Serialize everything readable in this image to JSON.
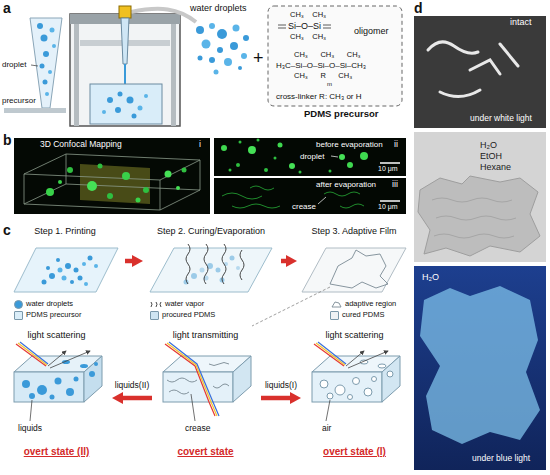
{
  "diagram": {
    "nodes": [
      {
        "text": [
          "oligomer",
          "cross-linker R: CH₃ or H",
          "PDMS precursor"
        ]
      },
      {
        "text": [
          "Step 1. Printing"
        ]
      },
      {
        "text": [
          "Step 2. Curing/Evaporation"
        ]
      },
      {
        "text": [
          "Step 3. Adaptive Film"
        ]
      },
      {
        "text": [
          "light scattering",
          "liquids",
          "overt state (II)"
        ]
      },
      {
        "text": [
          "light transmitting",
          "crease",
          "covert state"
        ]
      },
      {
        "text": [
          "light scattering",
          "air",
          "overt state (I)"
        ]
      }
    ],
    "edges": [
      {
        "from": 1,
        "to": 2,
        "arrow": "to"
      },
      {
        "from": 2,
        "to": 3,
        "arrow": "to"
      },
      {
        "from": 5,
        "to": 4,
        "label": "liquids(II)",
        "arrow": "to"
      },
      {
        "from": 5,
        "to": 6,
        "label": "liquids(I)",
        "arrow": "to"
      }
    ],
    "labels": [
      "a",
      "droplet",
      "precursor",
      "water droplets",
      "+",
      "CH₃    CH₃",
      "Si–O–Si",
      "CH₃    CH₃",
      "CH₃      CH₃      CH₃",
      "H₃C–Si–O–Si–O–Si–CH₃",
      "CH₃      R      CH₃",
      "m",
      "b",
      "3D Confocal Mapping",
      "i",
      "ii",
      "before evaporation",
      "droplet",
      "10 μm",
      "iii",
      "after evaporation",
      "crease",
      "10 μm",
      "c",
      "d",
      "intact",
      "under white light",
      "H₂O",
      "EtOH",
      "Hexane",
      "H₂O",
      "under blue light"
    ],
    "legend": [
      {
        "text": "water droplets",
        "color": "#3a9ad9"
      },
      {
        "text": "PDMS precursor",
        "color": "#dbeef9"
      },
      {
        "text": "water vapor"
      },
      {
        "text": "procured PDMS",
        "color": "#cfe5f2"
      },
      {
        "text": "adaptive region"
      },
      {
        "text": "cured PDMS",
        "color": "#eef2f5"
      }
    ]
  }
}
